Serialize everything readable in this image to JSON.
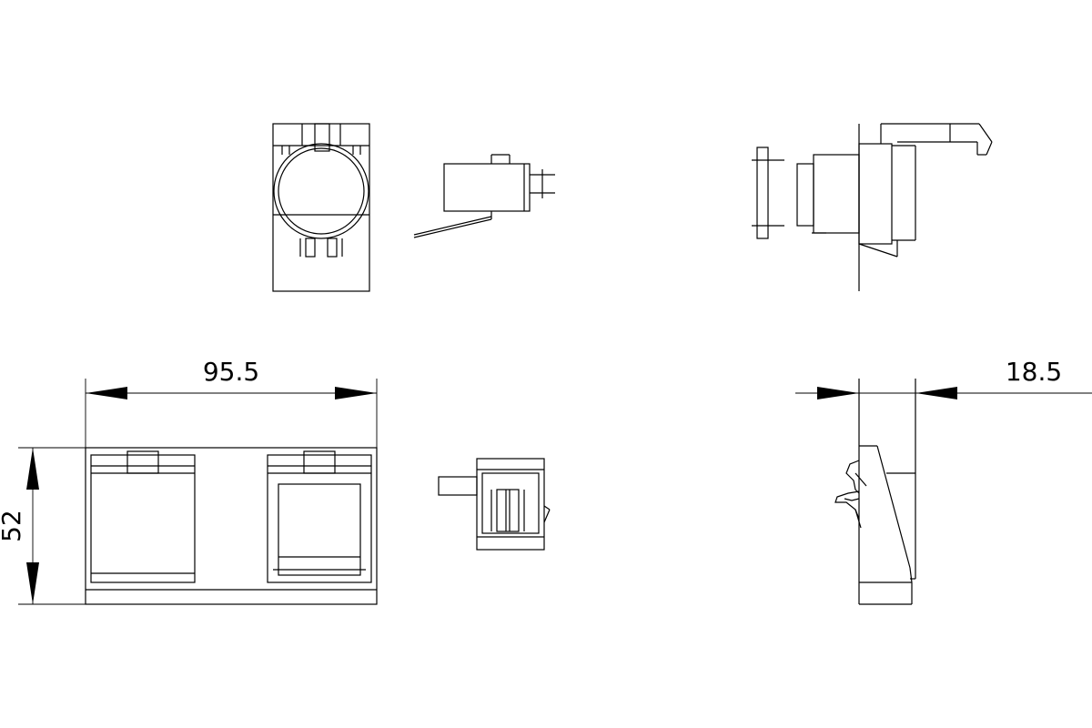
{
  "dimensions": {
    "width_label": "95.5",
    "height_label": "52",
    "depth_label": "18.5"
  },
  "colors": {
    "line": "#000000",
    "background": "#ffffff"
  }
}
